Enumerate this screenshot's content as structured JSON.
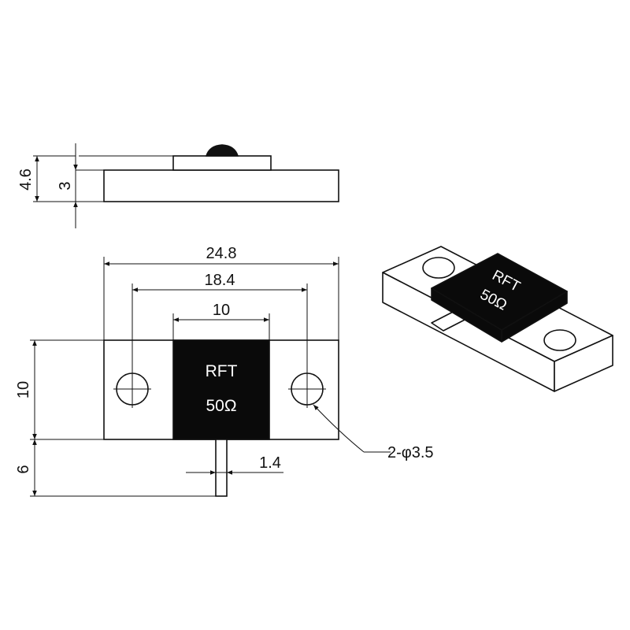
{
  "side_view": {
    "dim_total_height": "4.6",
    "dim_base_height": "3"
  },
  "front_view": {
    "dim_overall_width": "24.8",
    "dim_hole_spacing": "18.4",
    "dim_chip_width": "10",
    "dim_height": "10",
    "dim_lead_length": "6",
    "dim_lead_width": "1.4",
    "hole_callout": "2-φ3.5",
    "chip_label_line1": "RFT",
    "chip_label_line2": "50Ω"
  },
  "iso_view": {
    "chip_label_line1": "RFT",
    "chip_label_line2": "50Ω"
  },
  "colors": {
    "line": "#111111",
    "chip_fill": "#0a0a0a",
    "lead_fill": "#ffffff"
  }
}
